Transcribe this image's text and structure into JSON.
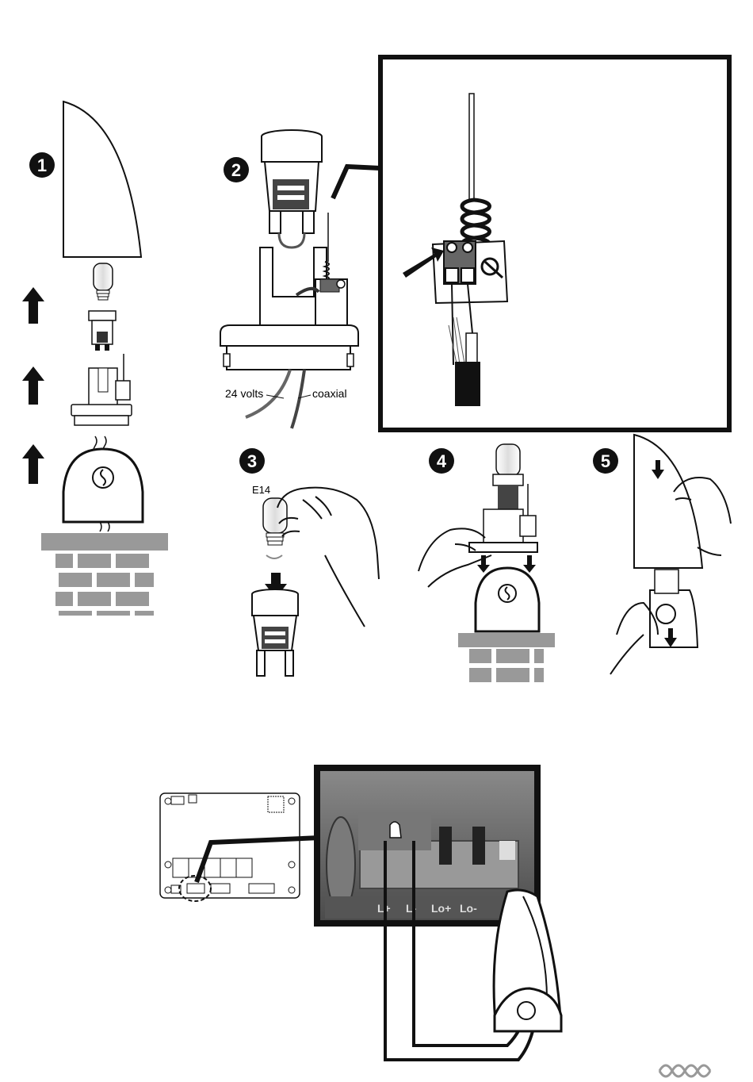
{
  "steps": {
    "s1": "1",
    "s2": "2",
    "s3": "3",
    "s4": "4",
    "s5": "5"
  },
  "labels": {
    "volts": "24 volts",
    "coaxial": "coaxial",
    "bulb": "E14"
  },
  "photo": {
    "terminals": [
      "L+",
      "L-",
      "Lo+",
      "Lo-"
    ]
  },
  "colors": {
    "line": "#111111",
    "brick": "#9a9a9a",
    "photo_bg": "#6f6f6f"
  },
  "icons": [
    "up-arrow-icon",
    "down-arrow-icon",
    "hand-icon",
    "bulb-icon",
    "antenna-icon",
    "brand-logo-icon"
  ]
}
